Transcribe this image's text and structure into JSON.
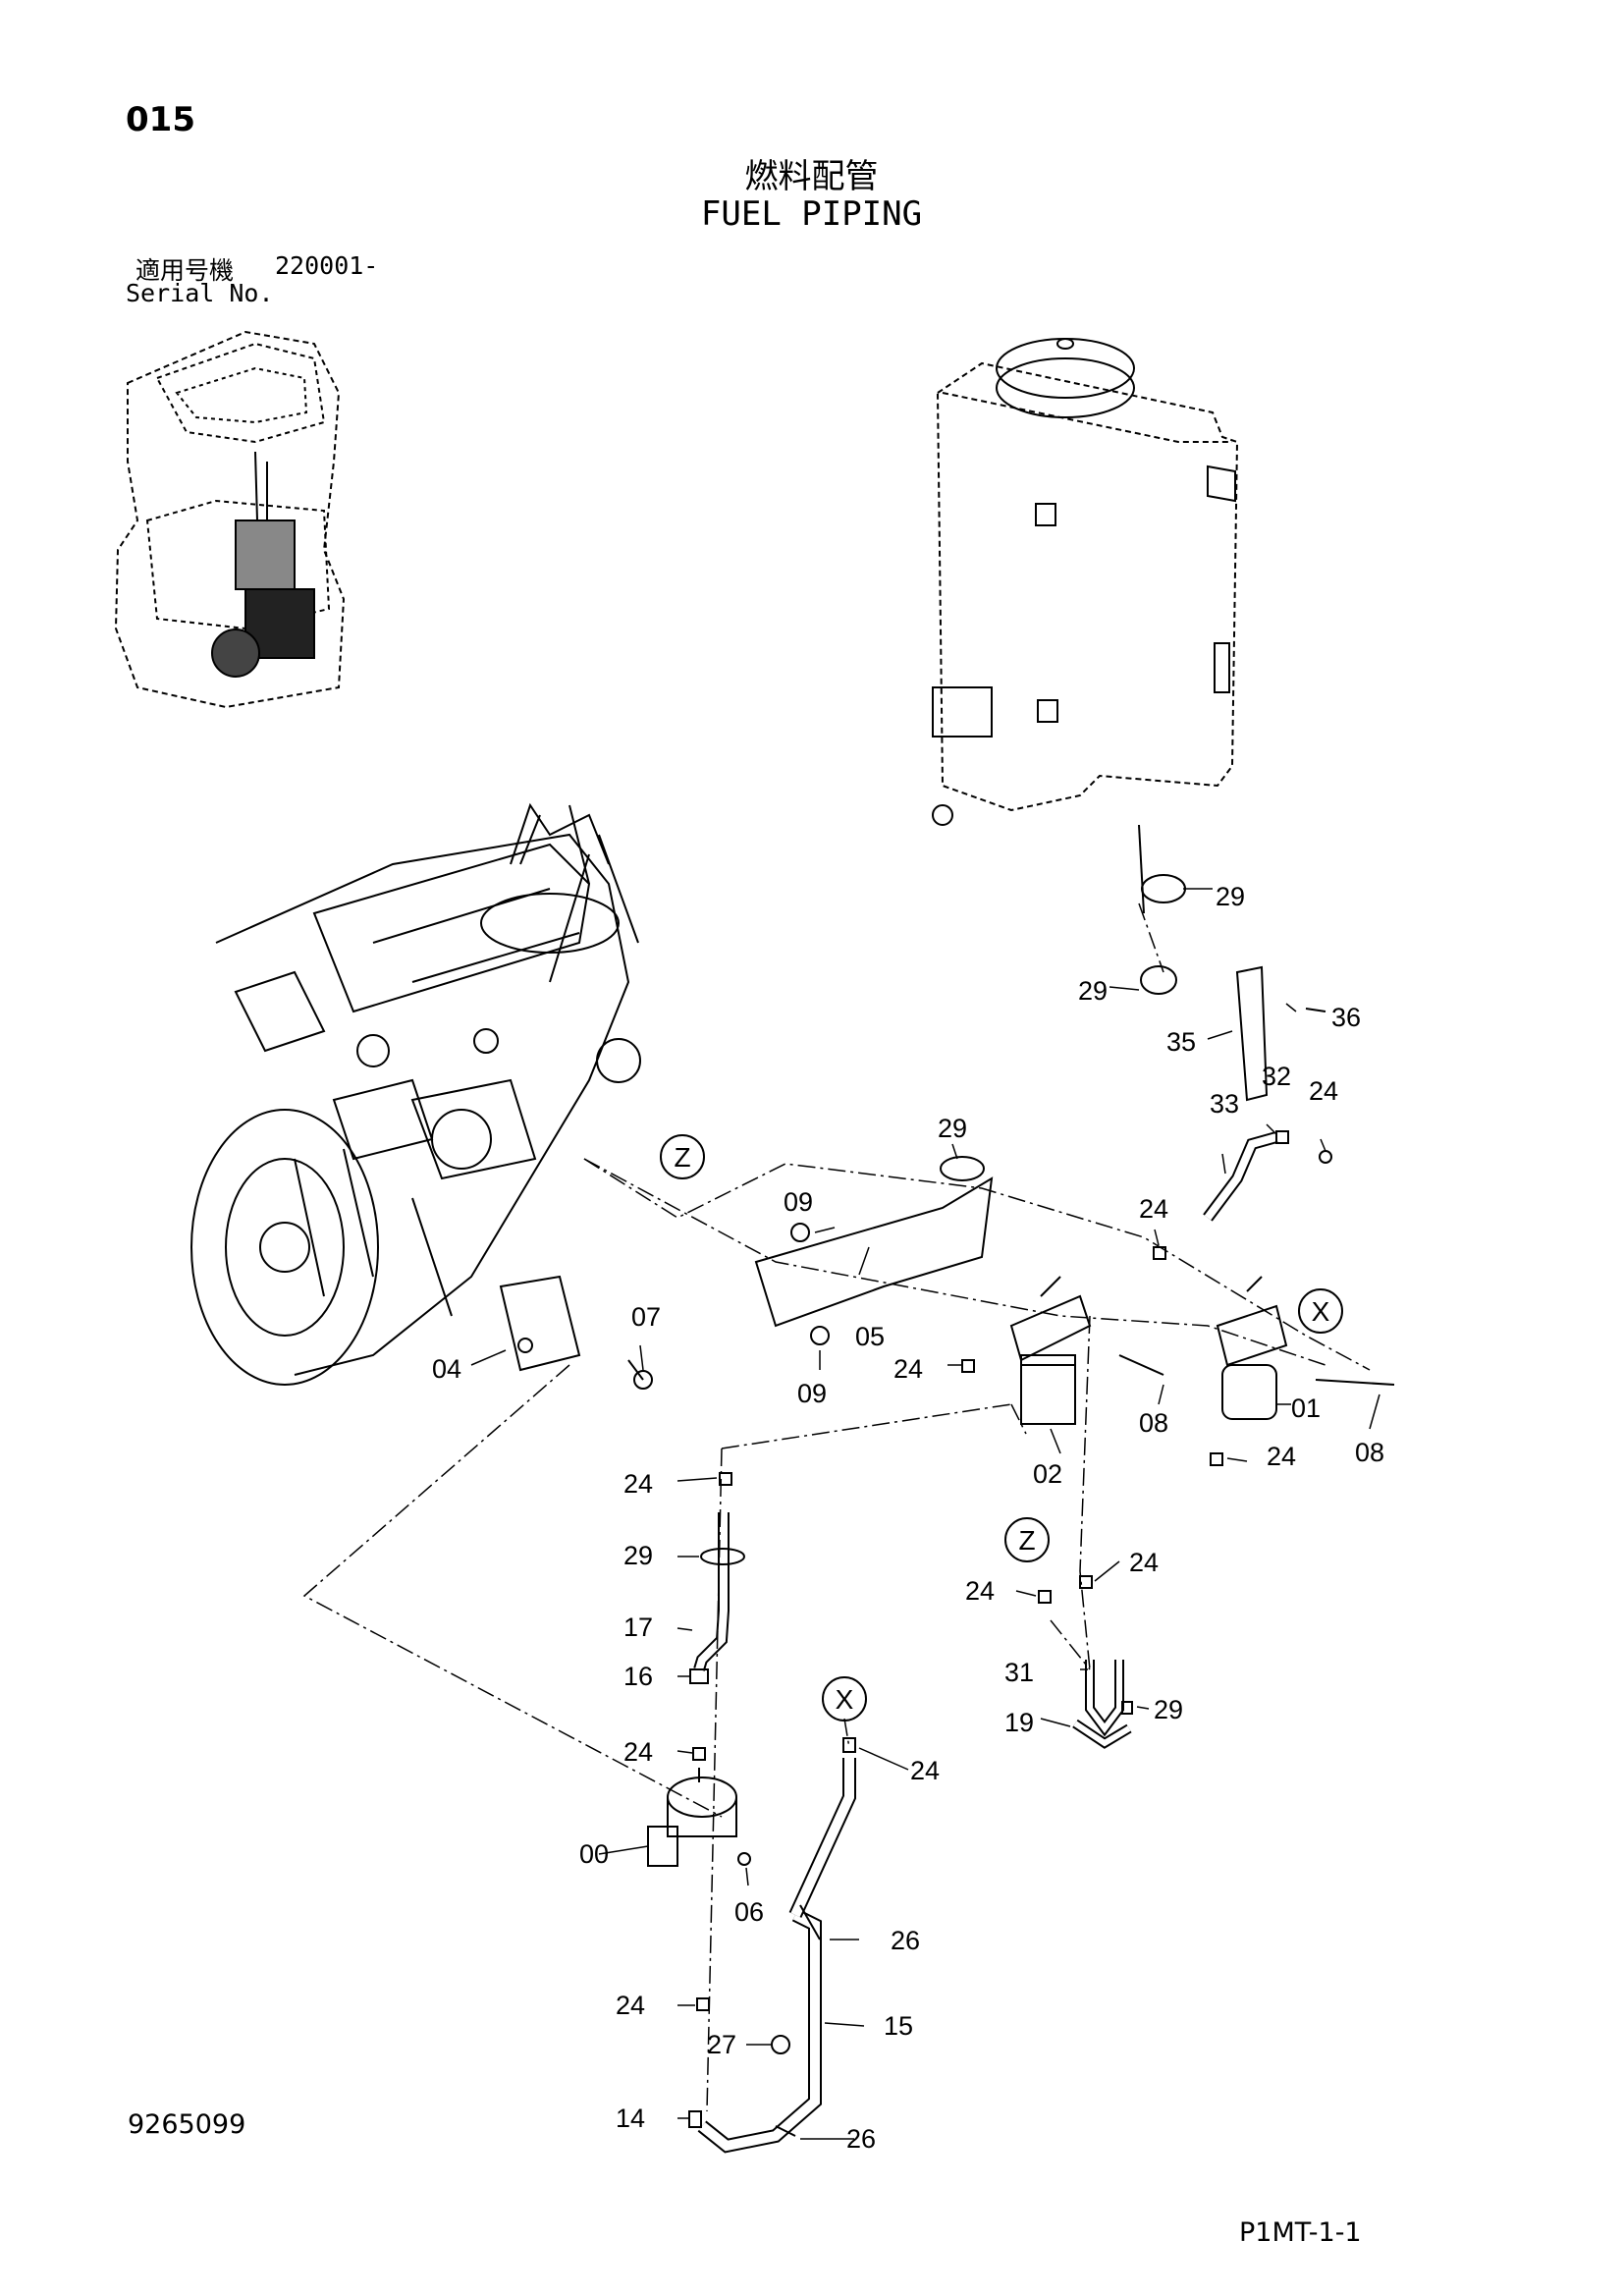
{
  "header": {
    "page_number": "015",
    "title_jp": "燃料配管",
    "title_en": "FUEL PIPING",
    "serial_label_jp": "適用号機",
    "serial_value": "220001-",
    "serial_label_en": "Serial No."
  },
  "footer": {
    "drawing_number": "9265099",
    "page_code": "P1MT-1-1"
  },
  "callouts": [
    "29",
    "29",
    "36",
    "35",
    "33",
    "32",
    "24",
    "24",
    "29",
    "09",
    "05",
    "09",
    "07",
    "04",
    "24",
    "08",
    "02",
    "01",
    "24",
    "08",
    "24",
    "29",
    "17",
    "16",
    "24",
    "00",
    "06",
    "24",
    "24",
    "31",
    "19",
    "29",
    "24",
    "26",
    "15",
    "27",
    "14",
    "26",
    "24"
  ],
  "circle_refs": [
    "Z",
    "X",
    "Z",
    "X"
  ]
}
